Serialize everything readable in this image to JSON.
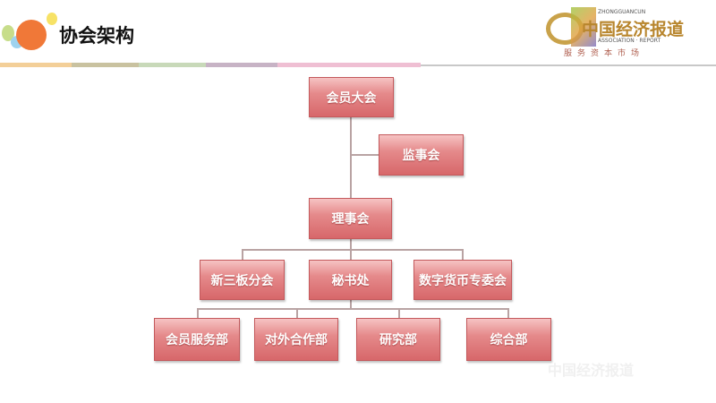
{
  "header": {
    "title": "协会架构"
  },
  "logo": {
    "main": "中国经济报道",
    "sub1": "ZHONGGUANCUN",
    "sub2": "ASSOCIATION · REPORT",
    "tagline": "服务资本市场"
  },
  "watermark": "中国经济报道",
  "org": {
    "general_assembly": "会员大会",
    "supervisory_board": "监事会",
    "council": "理事会",
    "level2": [
      "新三板分会",
      "秘书处",
      "数字货币专委会"
    ],
    "level3": [
      "会员服务部",
      "对外合作部",
      "研究部",
      "综合部"
    ]
  },
  "colors": {
    "box": "#d7676a",
    "accent_orange": "#f07838"
  }
}
